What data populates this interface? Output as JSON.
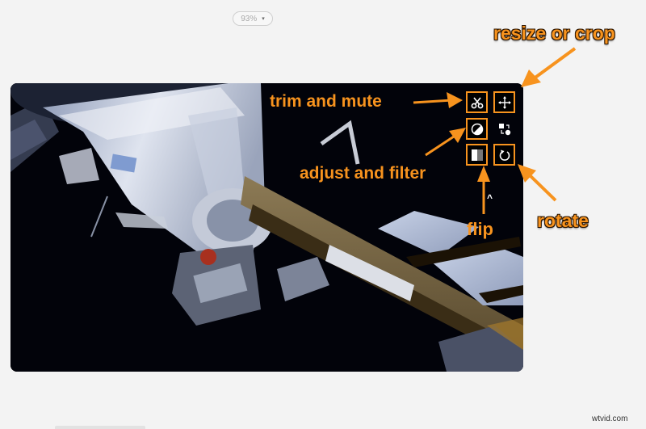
{
  "zoom_control": {
    "value": "93%",
    "caret": "▾"
  },
  "video": {
    "description": "International Space Station module and solar array against black space"
  },
  "toolbar": {
    "buttons": [
      {
        "id": "trim",
        "icon": "scissors-icon",
        "highlighted": true
      },
      {
        "id": "resize",
        "icon": "move-arrows-icon",
        "highlighted": true
      },
      {
        "id": "adjust",
        "icon": "contrast-circle-icon",
        "highlighted": true
      },
      {
        "id": "replace",
        "icon": "swap-shapes-icon",
        "highlighted": false
      },
      {
        "id": "flip",
        "icon": "flip-square-icon",
        "highlighted": true
      },
      {
        "id": "rotate",
        "icon": "rotate-icon",
        "highlighted": true
      }
    ],
    "collapse_caret": "^"
  },
  "annotations": {
    "trim_and_mute": "trim and mute",
    "resize_or_crop": "resize or crop",
    "adjust_and_filter": "adjust and filter",
    "flip": "flip",
    "rotate": "rotate",
    "accent_color": "#f7931e"
  },
  "watermark": "wtvid.com"
}
